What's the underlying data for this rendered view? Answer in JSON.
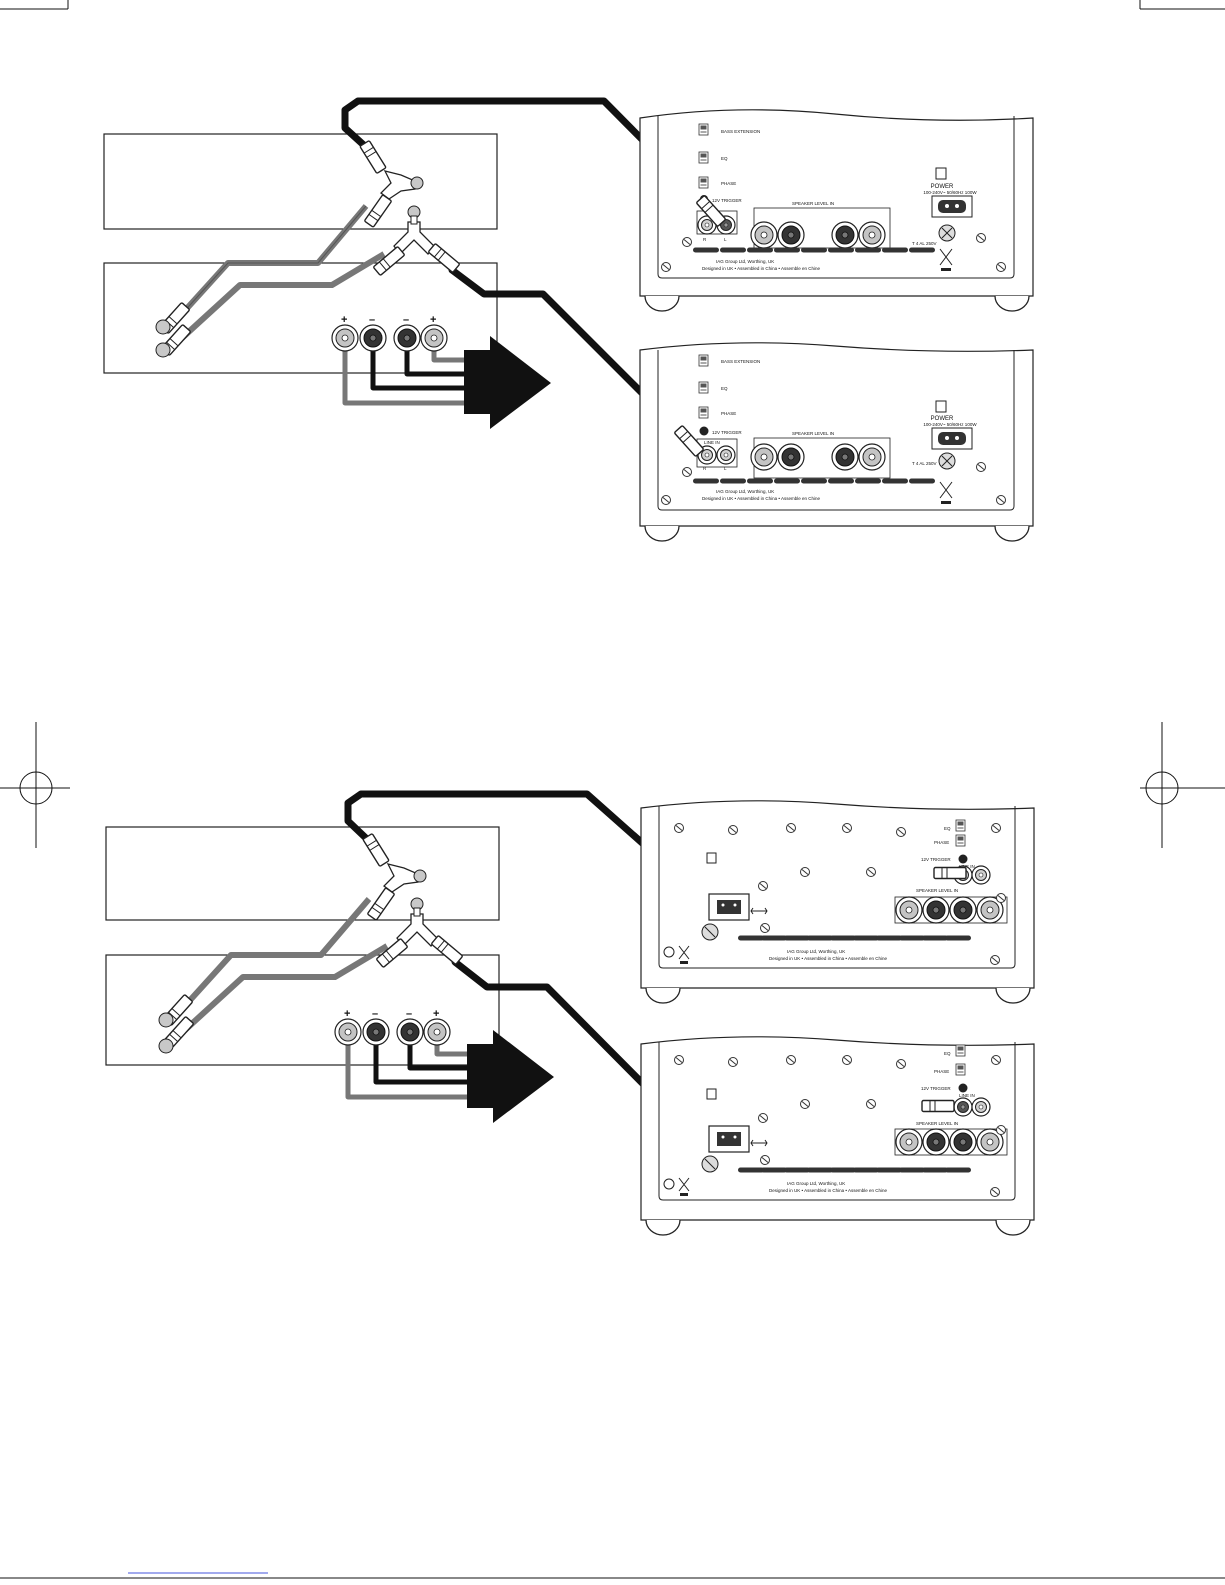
{
  "terminals": {
    "plus": "+",
    "minus": "–"
  },
  "connector_letters": {
    "r": "R",
    "l": "L"
  },
  "sub_panel_a": {
    "bass_extension": "BASS EXTENSION",
    "eq": "EQ",
    "phase": "PHASE",
    "trigger": "12V TRIGGER",
    "line_in": "LINE IN",
    "speaker_level_in": "SPEAKER LEVEL IN",
    "power": "POWER",
    "power_spec": "100-240V~ 50/60Hz 100W",
    "fuse_spec": "T 4 AL 250V",
    "maker_line": "IAG Group Ltd, Worthing, UK",
    "origin_line": "Designed in UK • Assembled in China • Assemble en Chine"
  },
  "sub_panel_b": {
    "eq": "EQ",
    "phase": "PHASE",
    "trigger": "12V TRIGGER",
    "line_in": "LINE IN",
    "speaker_level_in": "SPEAKER LEVEL IN",
    "maker_line": "IAG Group Ltd, Worthing, UK",
    "origin_line": "Designed in UK • Assembled in China • Assemble en Chine"
  }
}
